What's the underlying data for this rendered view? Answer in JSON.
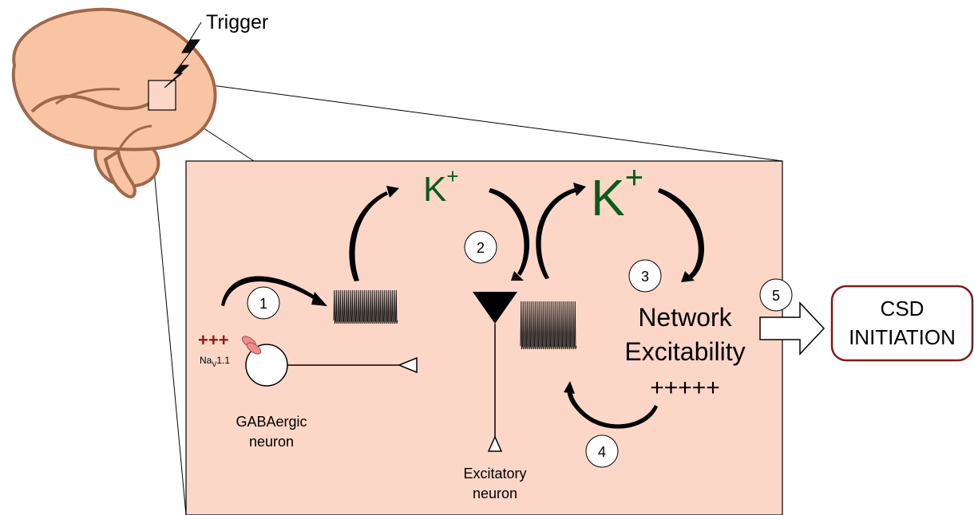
{
  "trigger_label": "Trigger",
  "k_small": "K",
  "k_large": "K",
  "plus_sign": "+",
  "red_plus": "+++",
  "nav_base": "Na",
  "nav_sub": "V",
  "nav_suffix": "1.1",
  "gaba_line1": "GABAergic",
  "gaba_line2": "neuron",
  "exc_line1": "Excitatory",
  "exc_line2": "neuron",
  "network_line1": "Network",
  "network_line2": "Excitability",
  "network_plus": "+++++",
  "csd_line1": "CSD",
  "csd_line2": "INITIATION",
  "steps": [
    "1",
    "2",
    "3",
    "4",
    "5"
  ],
  "colors": {
    "brain_fill": "#f9c4a4",
    "brain_outline": "#a0684a",
    "panel_fill": "#fcd7c8",
    "potassium_green": "#0d5a1d",
    "plus_red": "#8b1a1a",
    "channel_pink": "#ef8c8c",
    "csd_border": "#7f1a1a"
  }
}
